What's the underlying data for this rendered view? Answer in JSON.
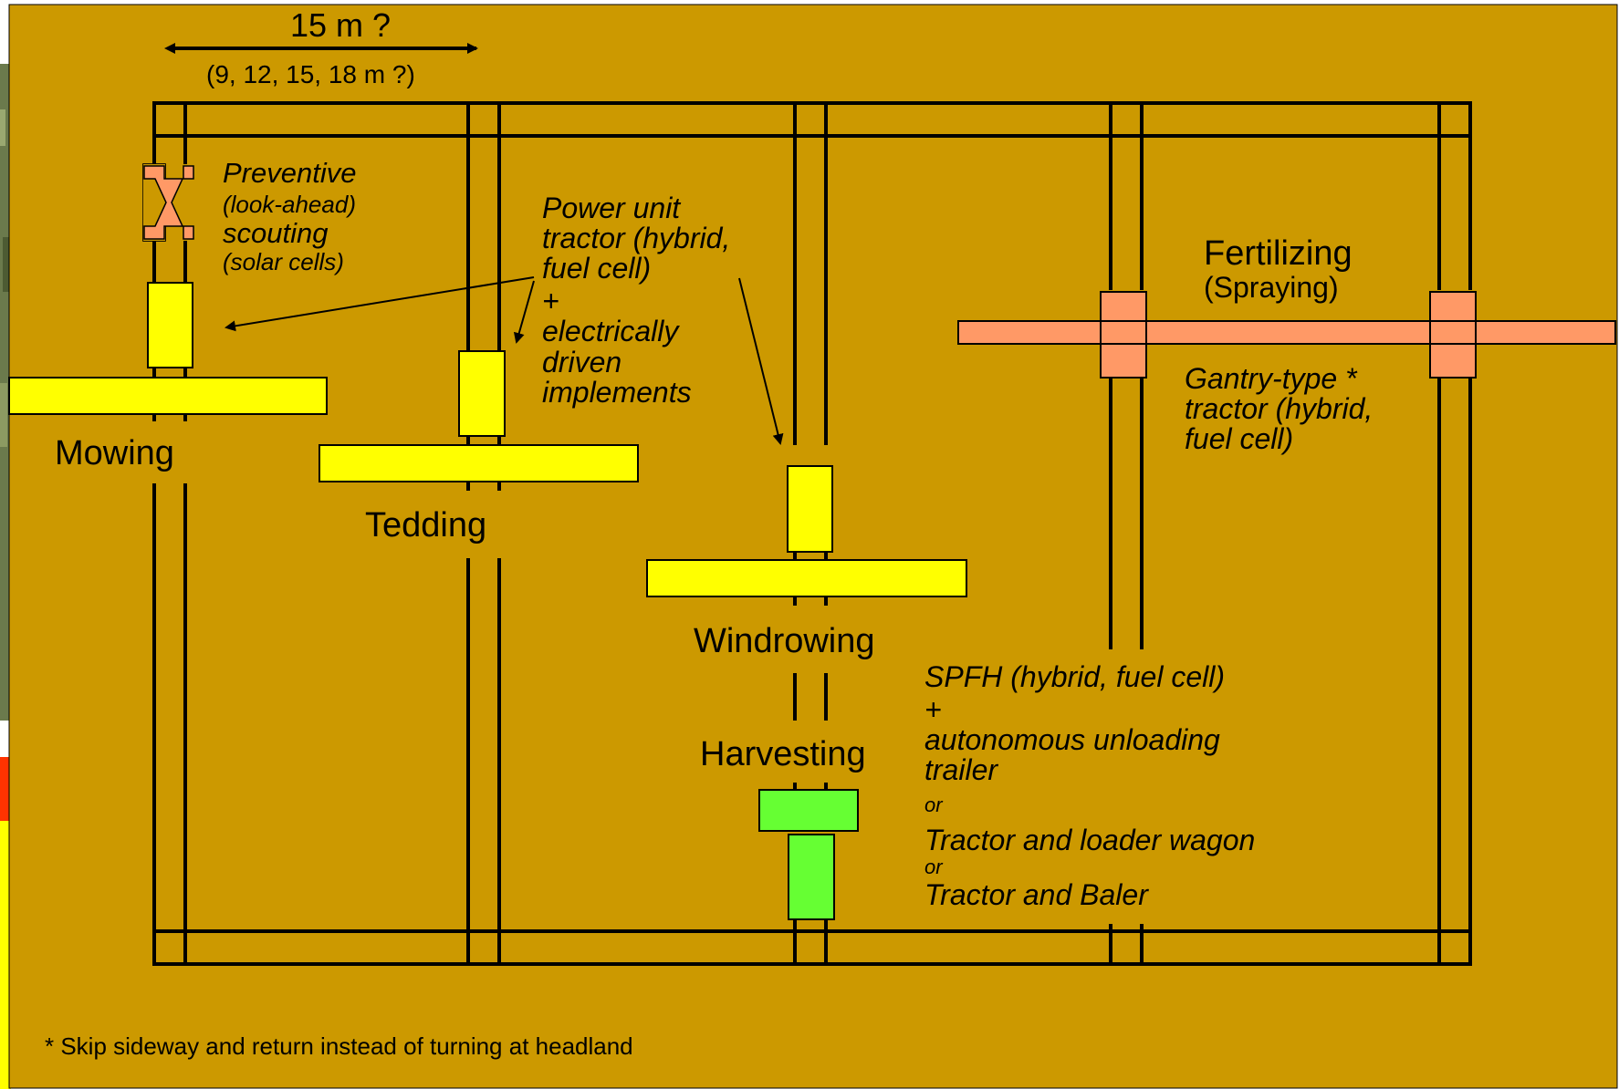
{
  "width_label": "15 m ?",
  "width_options": "(9, 12, 15, 18 m ?)",
  "scouting": {
    "line1": "Preventive",
    "line2": "(look-ahead)",
    "line3": "scouting",
    "line4": "(solar cells)"
  },
  "power_unit": {
    "line1": "Power unit",
    "line2": "tractor (hybrid,",
    "line3": "fuel cell)",
    "line4": "+",
    "line5": "electrically",
    "line6": "driven",
    "line7": "implements"
  },
  "operations": {
    "mowing": "Mowing",
    "tedding": "Tedding",
    "windrowing": "Windrowing",
    "harvesting": "Harvesting",
    "fertilizing": "Fertilizing",
    "spraying": "(Spraying)"
  },
  "gantry": {
    "line1": "Gantry-type *",
    "line2": "tractor (hybrid,",
    "line3": "fuel cell)"
  },
  "harvest_options": {
    "spfh": "SPFH (hybrid, fuel cell)",
    "plus": "+",
    "unloading1": "autonomous unloading",
    "unloading2": "trailer",
    "or1": "or",
    "loader": "Tractor and loader wagon",
    "or2": "or",
    "baler": "Tractor and Baler"
  },
  "footnote": "* Skip sideway and return instead of turning at headland",
  "colors": {
    "field": "#cc9900",
    "implement_yellow": "#ffff00",
    "harvester_green": "#66ff33",
    "gantry_salmon": "#ff9966",
    "scout_marker": "#ff9966",
    "outline": "#000000"
  },
  "icons": {
    "scout_marker": "x-marker-icon",
    "arrows": "arrow-icon"
  }
}
